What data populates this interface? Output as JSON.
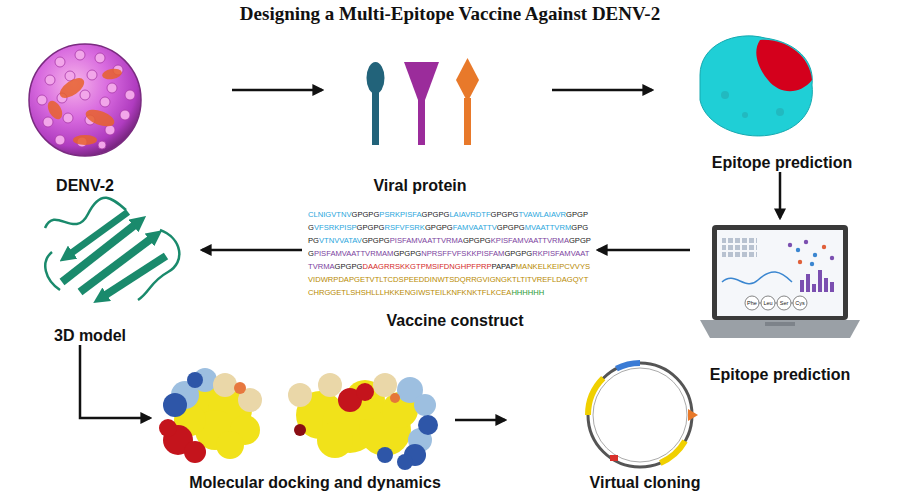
{
  "diagram": {
    "title": "Designing a Multi-Epitope Vaccine Against DENV-2",
    "nodes": [
      {
        "text": [
          "DENV-2"
        ]
      },
      {
        "text": [
          "Viral protein"
        ]
      },
      {
        "text": [
          "Epitope prediction"
        ]
      },
      {
        "text": [
          "Epitope prediction"
        ]
      },
      {
        "text": [
          "Vaccine construct"
        ]
      },
      {
        "text": [
          "3D model"
        ]
      },
      {
        "text": [
          "Molecular docking and dynamics"
        ]
      },
      {
        "text": [
          "Virtual cloning"
        ]
      }
    ],
    "edges": [
      {
        "from": 0,
        "to": 1,
        "arrow": "to"
      },
      {
        "from": 1,
        "to": 2,
        "arrow": "to"
      },
      {
        "from": 2,
        "to": 3,
        "arrow": "to"
      },
      {
        "from": 3,
        "to": 4,
        "arrow": "to"
      },
      {
        "from": 4,
        "to": 5,
        "arrow": "to"
      },
      {
        "from": 5,
        "to": 6,
        "arrow": "to"
      },
      {
        "from": 6,
        "to": 7,
        "arrow": "to"
      }
    ],
    "labels": [
      "Phe",
      "Leu",
      "Ser",
      "Cys",
      "CLNIGVTNV",
      "GPGPG",
      "PSRKPISFA",
      "GPGPG",
      "LAIAVRDTF",
      "GPGPG",
      "TVAWLAIAVR",
      "GPGPG",
      "VFSRKPISP",
      "GPGPG",
      "RSFVFSRK",
      "GPGPG",
      "FAMVAATTV",
      "GPGPG",
      "MVAATTVRM",
      "GPGPG",
      "VTNVVATAV",
      "GPGPG",
      "PISFAMVAATTVRMA",
      "GPGPG",
      "KPISFAMVAATTVRMA",
      "GPGPG",
      "PISFAMVAATTVRMAM",
      "GPGPG",
      "NPRSFFVFSKKPISFAM",
      "GPGPG",
      "RKPISFAMVAATTVRMA",
      "GPGPG",
      "DAAGRRSKKGTPMSIFDNGHPFPRP",
      "PAPAP",
      "MANKELKEIPCVVYSVIDWRPDAPGETVTLTCDSPEEDDINWTSDQRRGVIGNGKTLTITVREFLDAGQYTCHRGGETLSHSHLLLHKKENGIWSTEILKNFKNKTFLKCEA",
      "HHHHHH"
    ]
  }
}
